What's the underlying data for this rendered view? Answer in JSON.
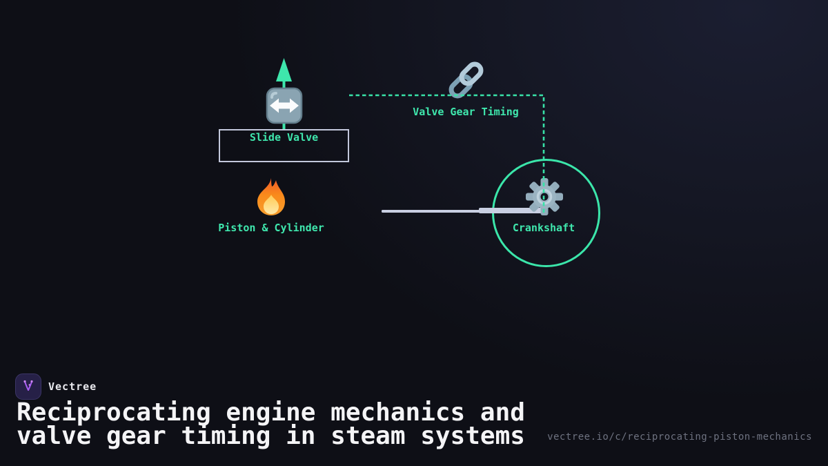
{
  "colors": {
    "accent_teal": "#3ee6ac",
    "rod": "#c9cfe2",
    "box_border": "#c3c8dc",
    "title_text": "#f4f4f6",
    "url_text": "#6e7280",
    "logo_bg": "#262047",
    "logo_glyph": "#a95ef2"
  },
  "diagram": {
    "slide_valve": {
      "label": "Slide Valve",
      "icon": "left-right-arrow-icon"
    },
    "piston": {
      "label": "Piston & Cylinder",
      "icon": "fire-icon"
    },
    "valve_gear": {
      "label": "Valve Gear Timing",
      "icon": "link-icon"
    },
    "crankshaft": {
      "label": "Crankshaft",
      "icon": "gear-icon"
    }
  },
  "footer": {
    "brand": "Vectree",
    "title_line1": "Reciprocating engine mechanics and",
    "title_line2": "valve gear timing in steam systems",
    "url": "vectree.io/c/reciprocating-piston-mechanics"
  }
}
